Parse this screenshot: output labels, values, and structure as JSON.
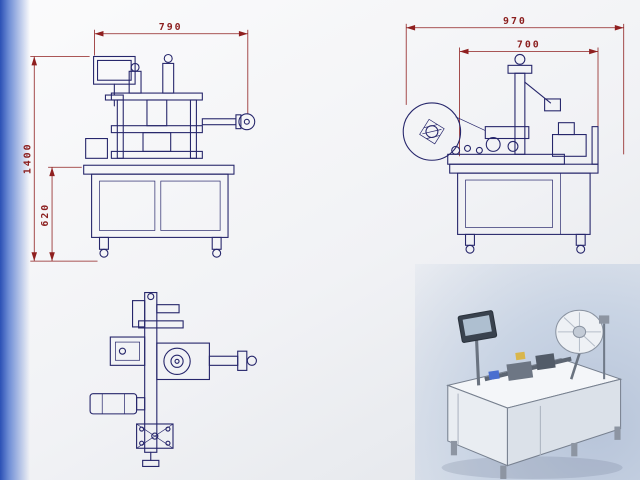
{
  "colors": {
    "drawing_line": "#26266b",
    "dimension": "#8b1e1e",
    "left_band_blue": "#2b50b5",
    "iso_panel_blue": "#c9d4e4"
  },
  "views": {
    "front": {
      "name": "front-view",
      "dims": {
        "width": "790",
        "height": "1400",
        "table_height": "620"
      }
    },
    "side": {
      "name": "side-view",
      "dims": {
        "overall_width": "970",
        "inner_width": "700"
      }
    },
    "top": {
      "name": "top-view"
    },
    "isometric": {
      "name": "isometric-view"
    }
  }
}
